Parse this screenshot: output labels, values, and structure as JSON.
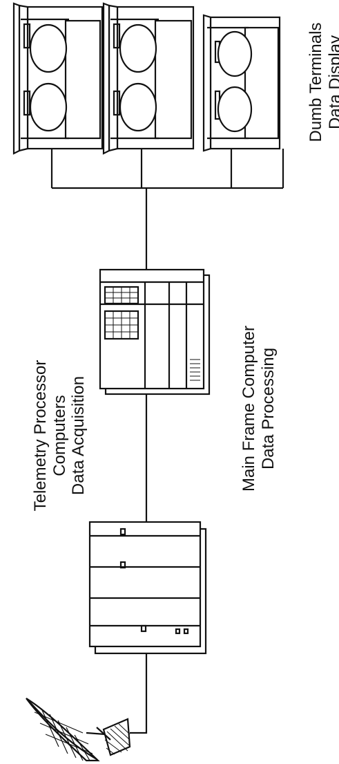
{
  "labels": {
    "telemetry": [
      "Telemetry Processor",
      "Computers",
      "Data Acquisition"
    ],
    "mainframe": [
      "Main Frame Computer",
      "Data Processing"
    ],
    "dumb_terminals": [
      "Dumb Terminals",
      "Data Display"
    ]
  },
  "colors": {
    "ink": "#111111",
    "background": "#ffffff"
  },
  "icons": [
    "satellite-dish-icon",
    "telemetry-processor-icon",
    "mainframe-computer-icon",
    "dumb-terminal-icon"
  ]
}
